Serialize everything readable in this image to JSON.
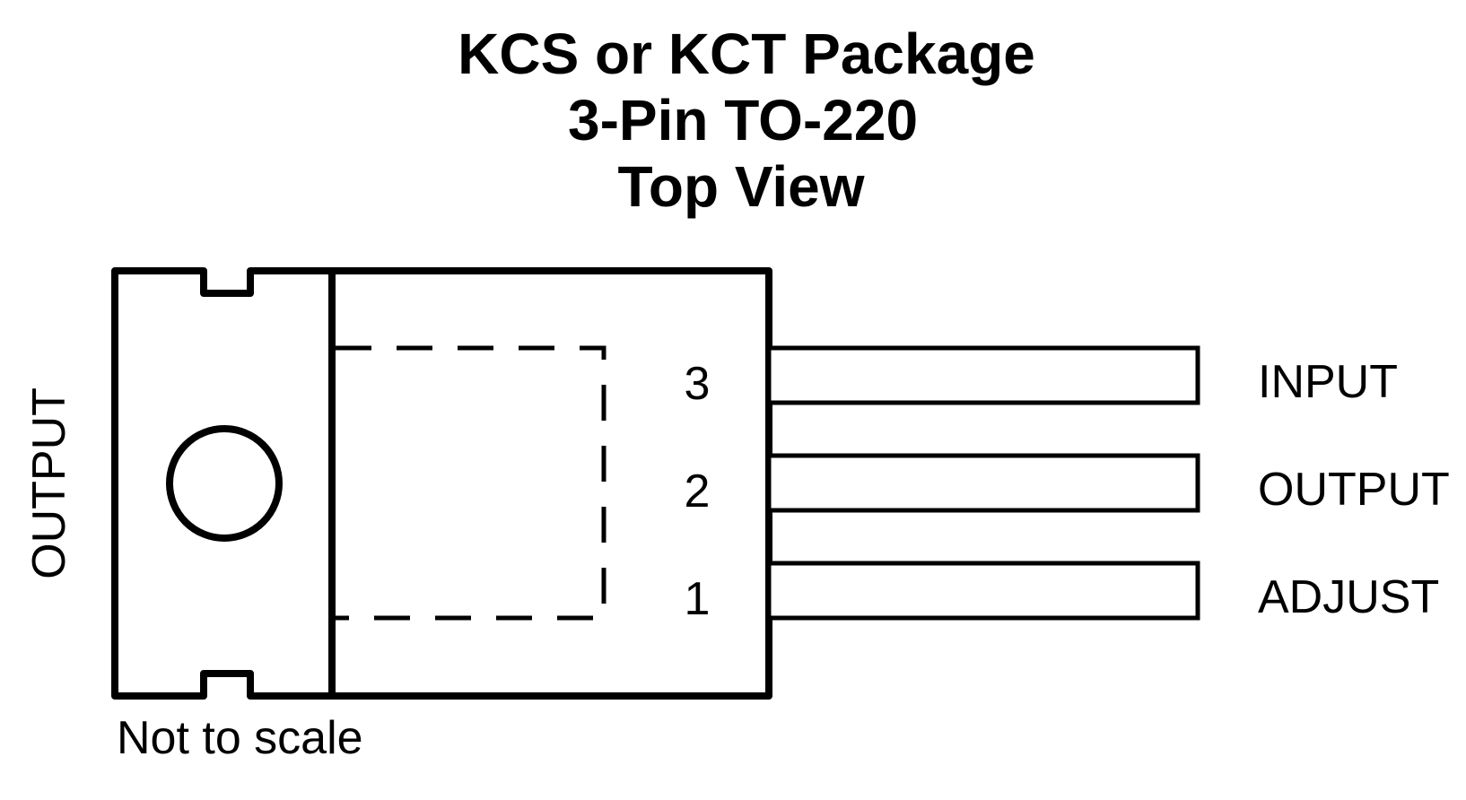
{
  "title": {
    "line1": "KCS or KCT Package",
    "line2": "3-Pin TO-220",
    "line3": "Top View"
  },
  "tab_label": "OUTPUT",
  "footnote": "Not to scale",
  "pins": [
    {
      "number": "3",
      "name": "INPUT"
    },
    {
      "number": "2",
      "name": "OUTPUT"
    },
    {
      "number": "1",
      "name": "ADJUST"
    }
  ],
  "colors": {
    "stroke": "#000000",
    "background": "#ffffff"
  }
}
